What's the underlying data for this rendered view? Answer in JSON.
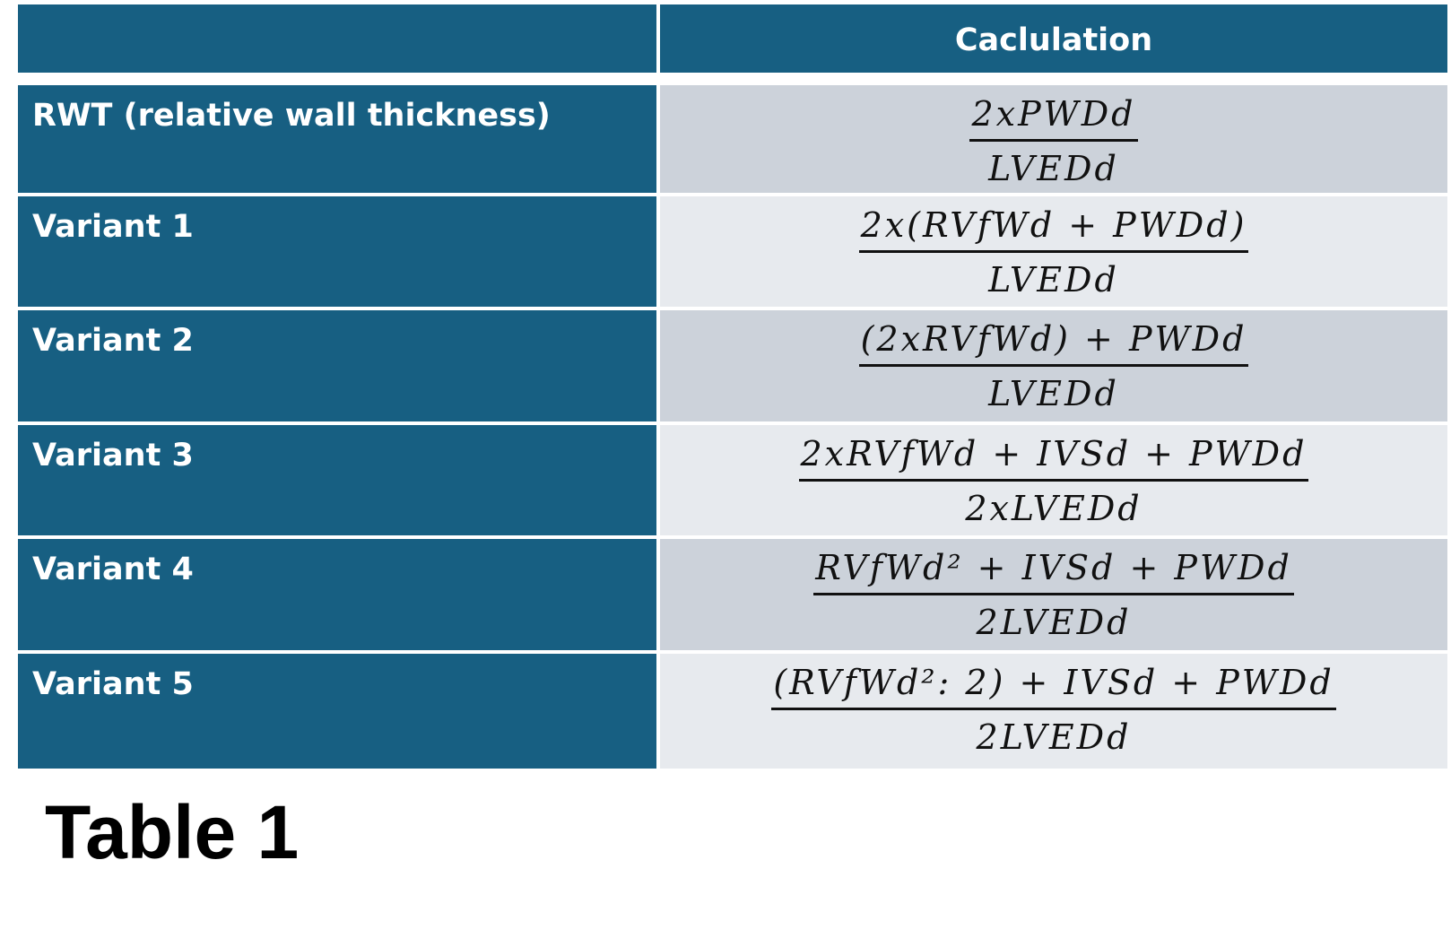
{
  "table": {
    "header": {
      "label_col": "",
      "formula_col": "Caclulation"
    },
    "rows": [
      {
        "label": "RWT (relative wall thickness)",
        "numerator": "2xPWDd",
        "denominator": "LVEDd"
      },
      {
        "label": "Variant 1",
        "numerator": "2x(RVfWd + PWDd)",
        "denominator": "LVEDd"
      },
      {
        "label": "Variant 2",
        "numerator": "(2xRVfWd) + PWDd",
        "denominator": "LVEDd"
      },
      {
        "label": "Variant 3",
        "numerator": "2xRVfWd + IVSd + PWDd",
        "denominator": "2xLVEDd"
      },
      {
        "label": "Variant 4",
        "numerator": "RVfWd² + IVSd + PWDd",
        "denominator": "2LVEDd"
      },
      {
        "label": "Variant 5",
        "numerator": "(RVfWd²: 2) + IVSd + PWDd",
        "denominator": "2LVEDd"
      }
    ]
  },
  "caption": "Table 1",
  "colors": {
    "header_bg": "#175f82",
    "label_bg": "#175f82",
    "row_shade_dark": "#ccd2da",
    "row_shade_light": "#e7eaee"
  }
}
